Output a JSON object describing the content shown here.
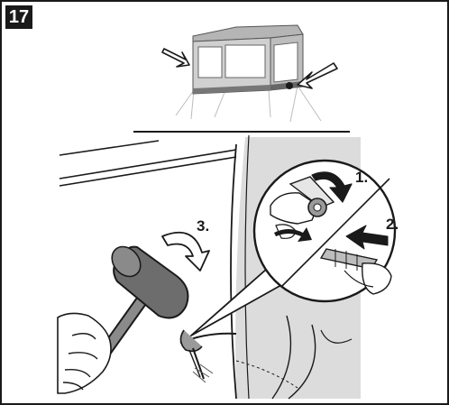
{
  "step_number": "17",
  "callouts": {
    "step1": "1.",
    "step2": "2.",
    "step3": "3."
  },
  "icons": [
    "mallet-icon",
    "tent-peg-icon",
    "awning-icon",
    "curved-arrow-icon",
    "straight-arrow-icon"
  ],
  "colors": {
    "ink": "#1a1a1a",
    "awning_panel": "#dcdcdc",
    "awning_dark": "#8a8a8a",
    "mallet_head": "#6d6d6d",
    "background": "#ffffff"
  }
}
